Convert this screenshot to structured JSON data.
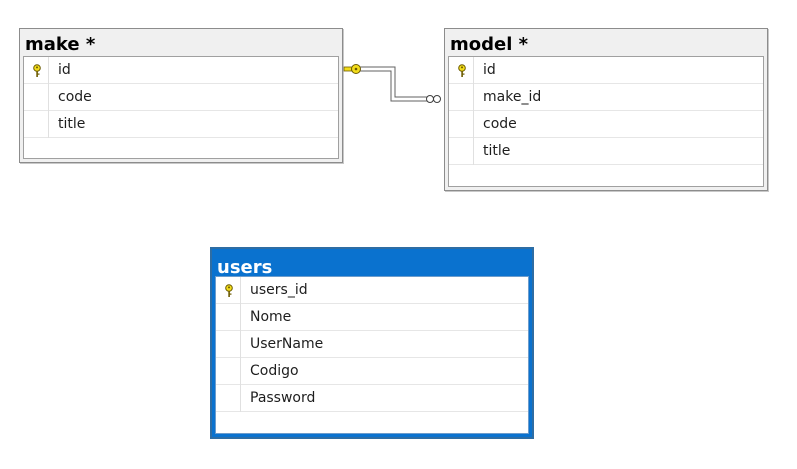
{
  "tables": {
    "make": {
      "title": "make *",
      "columns": [
        "id",
        "code",
        "title"
      ],
      "primary_key": "id"
    },
    "model": {
      "title": "model *",
      "columns": [
        "id",
        "make_id",
        "code",
        "title"
      ],
      "primary_key": "id"
    },
    "users": {
      "title": "users",
      "columns": [
        "users_id",
        "Nome",
        "UserName",
        "Codigo",
        "Password"
      ],
      "primary_key": "users_id"
    }
  },
  "relationships": [
    {
      "from": "make.id",
      "to": "model.make_id",
      "type": "one-to-many"
    }
  ],
  "colors": {
    "selected_table_header": "#0a72cf",
    "key_icon": "#e6d200",
    "connector": "#606060"
  }
}
